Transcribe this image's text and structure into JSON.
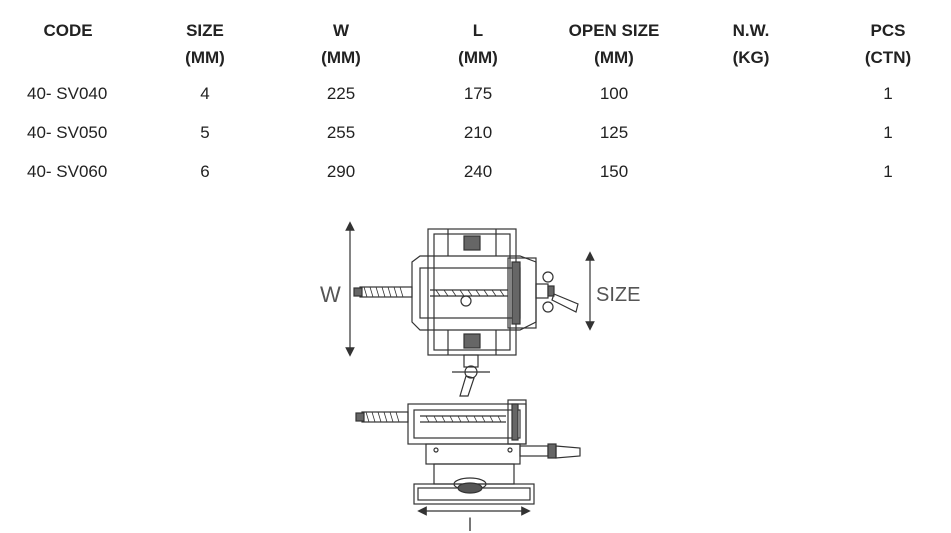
{
  "table": {
    "headers": [
      {
        "line1": "CODE",
        "line2": ""
      },
      {
        "line1": "SIZE",
        "line2": "(MM)"
      },
      {
        "line1": "W",
        "line2": "(MM)"
      },
      {
        "line1": "L",
        "line2": "(MM)"
      },
      {
        "line1": "OPEN SIZE",
        "line2": "(MM)"
      },
      {
        "line1": "N.W.",
        "line2": "(KG)"
      },
      {
        "line1": "PCS",
        "line2": "(CTN)"
      }
    ],
    "rows": [
      {
        "code": "40- SV040",
        "size": "4",
        "w": "225",
        "l": "175",
        "open": "100",
        "nw": "",
        "pcs": "1"
      },
      {
        "code": "40- SV050",
        "size": "5",
        "w": "255",
        "l": "210",
        "open": "125",
        "nw": "",
        "pcs": "1"
      },
      {
        "code": "40- SV060",
        "size": "6",
        "w": "290",
        "l": "240",
        "open": "150",
        "nw": "",
        "pcs": "1"
      }
    ]
  },
  "diagram": {
    "label_w": "W",
    "label_size": "SIZE",
    "label_l": "l"
  }
}
